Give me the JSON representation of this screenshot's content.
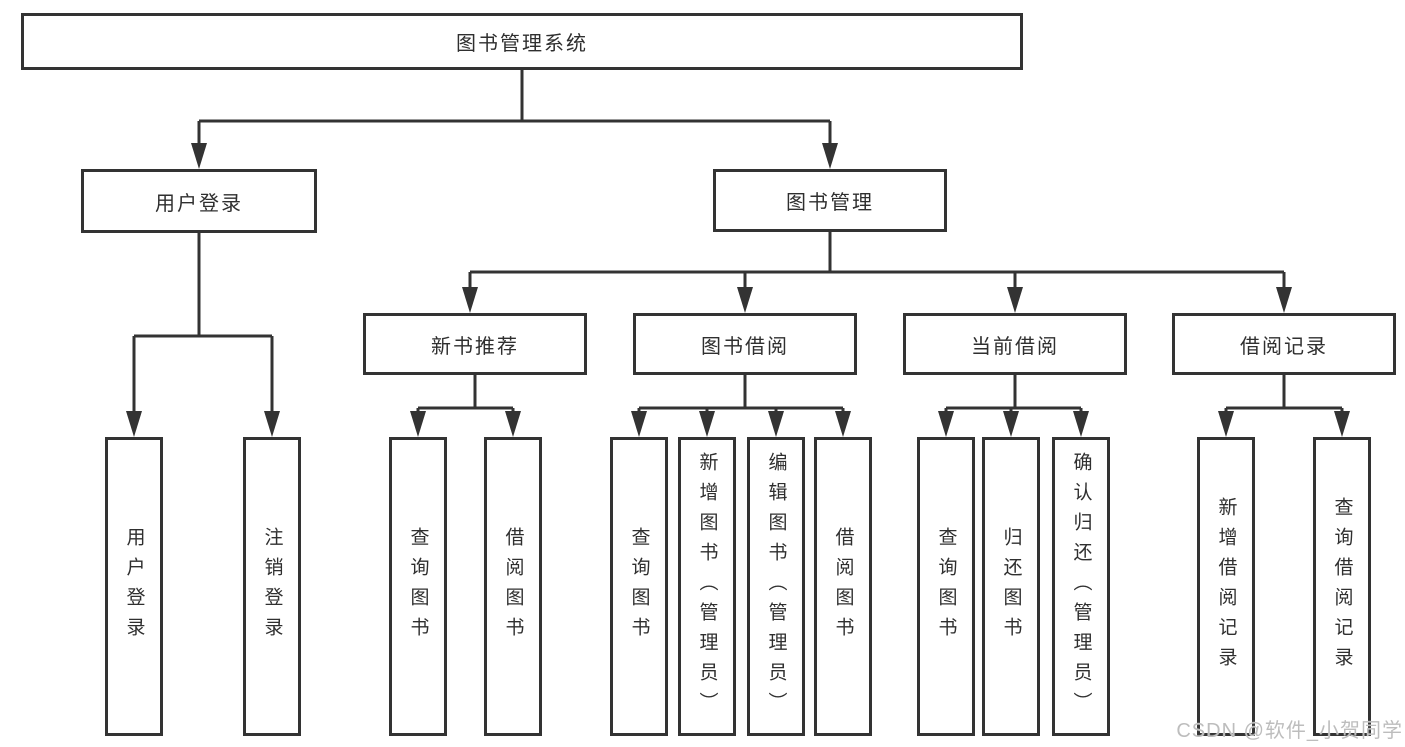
{
  "diagram": {
    "title_node": "图书管理系统",
    "nodes": {
      "root": "图书管理系统",
      "user_login": "用户登录",
      "book_management": "图书管理",
      "new_book_recommendation": "新书推荐",
      "book_borrowing": "图书借阅",
      "current_borrowing": "当前借阅",
      "borrowing_records": "借阅记录",
      "user_login_leaf": "用户登录",
      "logout_leaf": "注销登录",
      "recommend_query_books": "查询图书",
      "recommend_borrow_books": "借阅图书",
      "borrowing_query_books": "查询图书",
      "borrowing_add_books": "新增图书（管理员）",
      "borrowing_edit_books": "编辑图书（管理员）",
      "borrowing_borrow_books": "借阅图书",
      "current_query_books": "查询图书",
      "current_return_books": "归还图书",
      "current_confirm_return": "确认归还（管理员）",
      "records_add_record": "新增借阅记录",
      "records_query_record": "查询借阅记录"
    },
    "colors": {
      "line": "#333333",
      "box_border": "#333333",
      "text": "#2f2f2f",
      "background": "#ffffff",
      "watermark": "#bdbdbd"
    }
  },
  "watermark": {
    "text": "CSDN @软件_小贺同学"
  }
}
